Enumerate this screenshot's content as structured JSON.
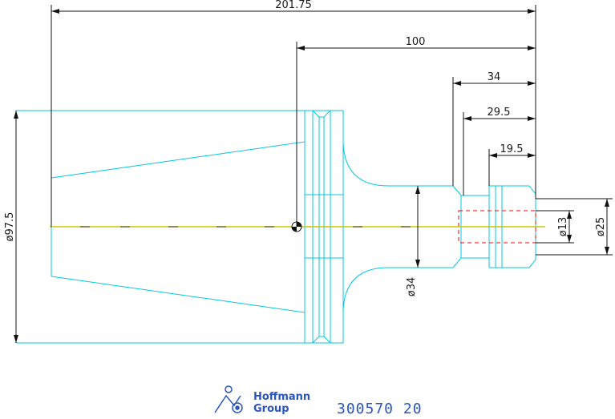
{
  "dimensions": {
    "overall_length": "201.75",
    "gauge_to_end": "100",
    "length_34": "34",
    "length_29_5": "29.5",
    "length_19_5": "19.5",
    "dia_97_5": "ø97.5",
    "dia_34": "ø34",
    "dia_13": "ø13",
    "dia_25": "ø25"
  },
  "footer": {
    "logo_line1": "Hoffmann",
    "logo_line2": "Group",
    "part_number": "300570  20"
  },
  "colors": {
    "outline": "#00c8e0",
    "dimension": "#111111",
    "centerline": "#c8c800",
    "hidden": "#ff0000",
    "brand": "#2a55c0"
  }
}
